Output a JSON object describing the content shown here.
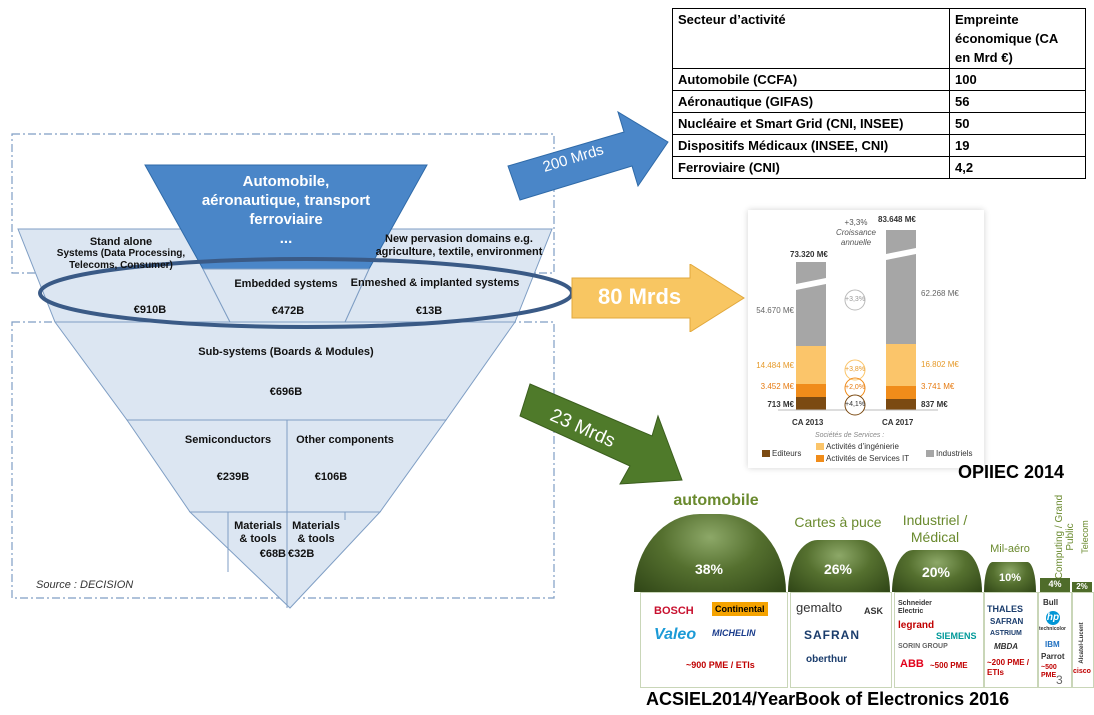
{
  "colors": {
    "funnel_fill": "#dce6f2",
    "funnel_stroke": "#7f9ec4",
    "top_triangle": "#4a86c8",
    "arrow_blue": "#4a86c8",
    "arrow_yellow": "#f8c662",
    "arrow_green": "#4f7a2a",
    "ellipse": "#3a5a86",
    "bar_grey": "#a6a6a6",
    "bar_light_orange": "#fbc56a",
    "bar_orange": "#f08c1a",
    "bar_brown": "#7b4a12",
    "dome_green": "#55702f"
  },
  "funnel": {
    "top_label": [
      "Automobile,",
      "aéronautique, transport",
      "ferroviaire",
      "..."
    ],
    "stand_alone": [
      "Stand alone",
      "Systems (Data Processing,",
      "Telecoms, Consumer)"
    ],
    "pervasion": [
      "New pervasion domains e.g.",
      "agriculture, textile, environment"
    ],
    "embedded_label": "Embedded systems",
    "enmeshed_label": "Enmeshed & implanted systems",
    "v910": "€910B",
    "v472": "€472B",
    "v13": "€13B",
    "subsystems_label": "Sub-systems (Boards & Modules)",
    "v696": "€696B",
    "semiconductors_label": "Semiconductors",
    "v239": "€239B",
    "other_label": "Other components",
    "v106": "€106B",
    "materials1": [
      "Materials",
      "& tools",
      "€68B"
    ],
    "materials2": [
      "Materials",
      "& tools",
      "€32B"
    ],
    "source": "Source : DECISION"
  },
  "arrows": {
    "a200": "200 Mrds",
    "a80": "80 Mrds",
    "a23": "23 Mrds"
  },
  "table": {
    "header": [
      "Secteur d’activité",
      [
        "Empreinte",
        "économique  (CA",
        "en Mrd €)"
      ]
    ],
    "rows": [
      [
        "Automobile (CCFA)",
        "100"
      ],
      [
        "Aéronautique (GIFAS)",
        "56"
      ],
      [
        "Nucléaire et Smart Grid (CNI, INSEE)",
        "50"
      ],
      [
        "Dispositifs Médicaux (INSEE, CNI)",
        "19"
      ],
      [
        "Ferroviaire (CNI)",
        "4,2"
      ]
    ]
  },
  "opiiec": {
    "caption": "OPIIEC 2014",
    "growth_top": [
      "+3,3%",
      "Croissance",
      "annuelle"
    ],
    "total_2013": "73.320 M€",
    "total_2017": "83.648 M€",
    "labels_2013": [
      "54.670 M€",
      "14.484 M€",
      "3.452 M€",
      "713 M€"
    ],
    "labels_2017": [
      "62.268 M€",
      "16.802 M€",
      "3.741 M€",
      "837 M€"
    ],
    "growth": [
      "+3,3%",
      "+3,8%",
      "+2,0%",
      "+4,1%"
    ],
    "x_labels": [
      "CA 2013",
      "CA 2017"
    ],
    "legend_title": "Sociétés de Services :",
    "legend": [
      "Editeurs",
      "Activités d’ingénierie",
      "Activités de Services IT",
      "Industriels"
    ]
  },
  "acsiel": {
    "caption": "ACSIEL2014/YearBook of Electronics 2016",
    "page_number": "3",
    "categories": [
      "automobile",
      "Cartes à puce",
      "Industriel / Médical",
      "Mil-aéro",
      "Computing / Grand Public",
      "Telecom"
    ],
    "pcts": [
      "38%",
      "26%",
      "20%",
      "10%",
      "4%",
      "2%"
    ],
    "auto_logos": [
      "BOSCH",
      "Continental",
      "Valeo",
      "MICHELIN",
      "~900 PME / ETIs"
    ],
    "cartes_logos": [
      "gemalto",
      "ASK",
      "SAFRAN",
      "oberthur"
    ],
    "indus_logos": [
      "Schneider Electric",
      "legrand",
      "SIEMENS",
      "SORIN GROUP",
      "ABB",
      "~500 PME"
    ],
    "mil_logos": [
      "THALES",
      "SAFRAN",
      "ASTRIUM",
      "MBDA",
      "~200 PME / ETIs"
    ],
    "comp_logos": [
      "Bull",
      "hp",
      "technicolor",
      "IBM",
      "Parrot",
      "~500 PME"
    ],
    "tel_logos": [
      "Alcatel-Lucent",
      "cisco"
    ]
  }
}
